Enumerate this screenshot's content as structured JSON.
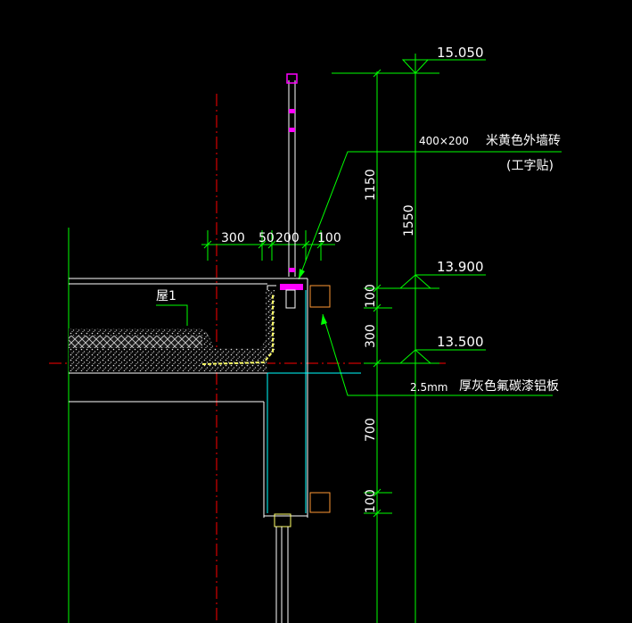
{
  "drawing": {
    "elevations": {
      "top": "15.050",
      "mid": "13.900",
      "low": "13.500"
    },
    "horizontal_dims": {
      "d1": "300",
      "d2": "50",
      "d3": "200",
      "d4": "100"
    },
    "vertical_dims": {
      "v_1150": "1150",
      "v_1550": "1550",
      "v_100_top": "100",
      "v_300": "300",
      "v_700": "700",
      "v_100_bottom": "100"
    },
    "annotations": {
      "tile_size": "400×200",
      "tile_material": "米黄色外墙砖",
      "tile_pattern": "(工字贴)",
      "panel_thickness": "2.5mm",
      "panel_material": "厚灰色氟碳漆铝板",
      "roof_label": "屋1"
    },
    "colors": {
      "background": "#000000",
      "dimension": "#00ff00",
      "text": "#ffffff",
      "outline": "#ffffff",
      "axis": "#ff0000",
      "cyan": "#00ffff",
      "rail": "#ff00ff",
      "membrane": "#ffff66"
    }
  }
}
